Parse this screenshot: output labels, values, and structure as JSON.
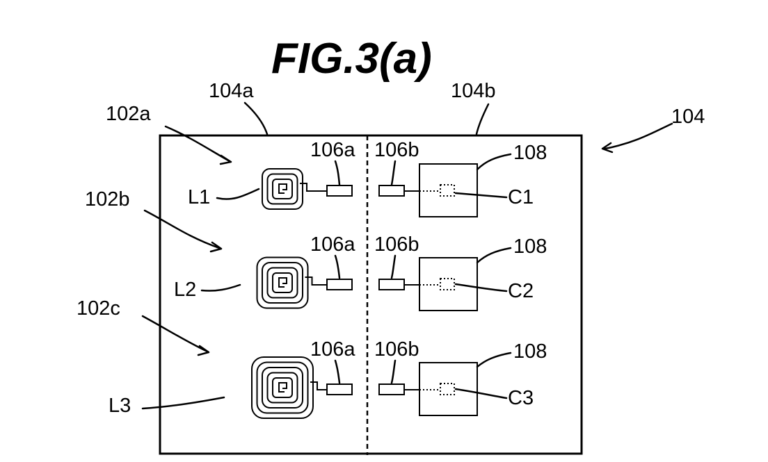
{
  "figure": {
    "title": "FIG.3(a)",
    "board_label": "104",
    "region_left_label": "104a",
    "region_right_label": "104b",
    "rows": [
      {
        "tag": "102a",
        "coil": "L1",
        "pad_a": "106a",
        "pad_b": "106b",
        "chip": "108",
        "cap": "C1"
      },
      {
        "tag": "102b",
        "coil": "L2",
        "pad_a": "106a",
        "pad_b": "106b",
        "chip": "108",
        "cap": "C2"
      },
      {
        "tag": "102c",
        "coil": "L3",
        "pad_a": "106a",
        "pad_b": "106b",
        "chip": "108",
        "cap": "C3"
      }
    ]
  }
}
